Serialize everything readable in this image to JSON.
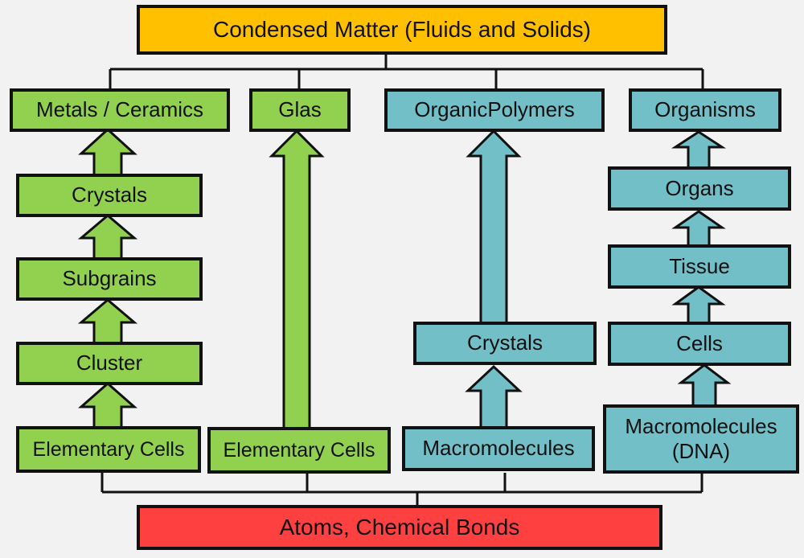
{
  "colors": {
    "green": "#92d050",
    "teal": "#72bfc7",
    "orange": "#ffc000",
    "red": "#ff4040",
    "stroke": "#111111"
  },
  "top": {
    "label": "Condensed Matter (Fluids and Solids)"
  },
  "bottom": {
    "label": "Atoms, Chemical Bonds"
  },
  "columns": [
    {
      "color": "green",
      "levels": [
        "Metals / Ceramics",
        "Crystals",
        "Subgrains",
        "Cluster",
        "Elementary Cells"
      ]
    },
    {
      "color": "green",
      "levels": [
        "Glas",
        "Elementary Cells"
      ]
    },
    {
      "color": "teal",
      "levels": [
        "OrganicPolymers",
        "Crystals",
        "Macromolecules"
      ]
    },
    {
      "color": "teal",
      "levels": [
        "Organisms",
        "Organs",
        "Tissue",
        "Cells",
        "Macromolecules\n(DNA)"
      ]
    }
  ]
}
